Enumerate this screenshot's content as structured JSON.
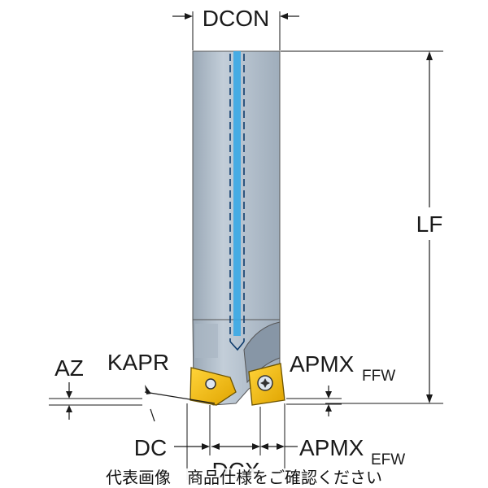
{
  "labels": {
    "dcon": "DCON",
    "lf": "LF",
    "az": "AZ",
    "kapr": "KAPR",
    "apmx_ffw_main": "APMX",
    "apmx_ffw_sub": "FFW",
    "dc": "DC",
    "dcx": "DCX",
    "apmx_efw_main": "APMX",
    "apmx_efw_sub": "EFW"
  },
  "caption": "代表画像　商品仕様をご確認ください",
  "colors": {
    "shank": "#b4c0cd",
    "shank_dark": "#8c9aa9",
    "coolant": "#3aa9e6",
    "insert": "#f2b705",
    "insert_dark": "#b08200",
    "line": "#1a1a1a"
  }
}
